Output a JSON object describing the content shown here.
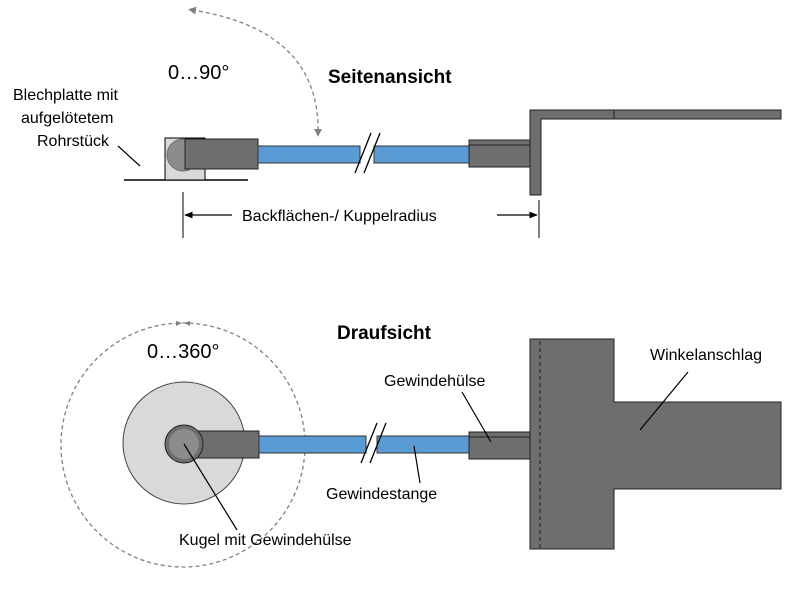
{
  "side_view": {
    "title": "Seitenansicht",
    "angle": "0…90°",
    "plate_label": [
      "Blechplatte mit",
      "aufgelötetem",
      "Rohrstück"
    ],
    "radius_label": "Backflächen-/ Kuppelradius"
  },
  "top_view": {
    "title": "Draufsicht",
    "angle": "0…360°",
    "thread_sleeve_label": "Gewindehülse",
    "angle_stop_label": "Winkelanschlag",
    "threaded_rod_label": "Gewindestange",
    "ball_label": "Kugel mit Gewindehülse"
  },
  "colors": {
    "rod": "#5b9bd5",
    "dark_part": "#6e6e6e",
    "light_part": "#d9d9d9",
    "ball": "#8c8c8c"
  }
}
